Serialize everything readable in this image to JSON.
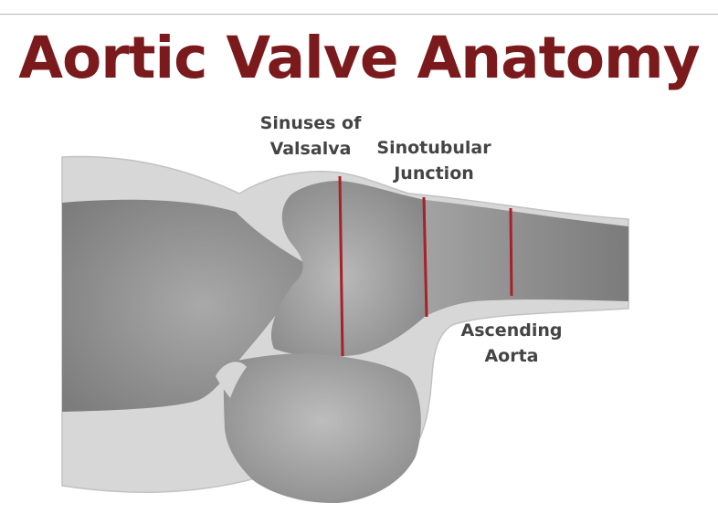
{
  "title": "Aortic Valve Anatomy",
  "colors": {
    "title": "#7b1a1c",
    "wall": "#d7d7d7",
    "wall_edge": "#b9b9b9",
    "lumen_dark": "#7e7e7e",
    "lumen_light": "#b4b4b4",
    "marker": "#a8212a",
    "label": "#444444",
    "rule": "#b5b5b5"
  },
  "labels": {
    "sinuses": {
      "line1": "Sinuses of",
      "line2": "Valsalva"
    },
    "stj": {
      "line1": "Sinotubular",
      "line2": "Junction"
    },
    "ascending": {
      "line1": "Ascending",
      "line2": "Aorta"
    }
  }
}
